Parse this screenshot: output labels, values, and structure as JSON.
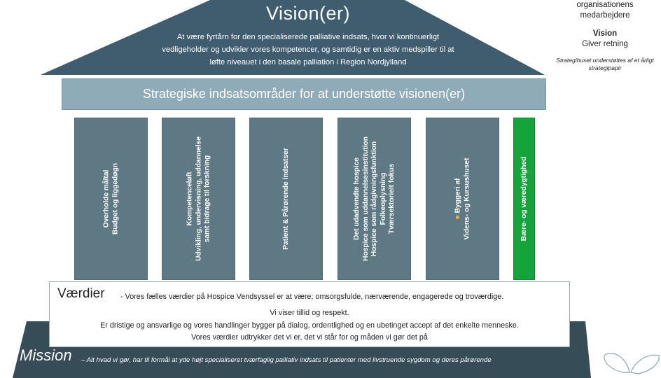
{
  "side_notes": {
    "line1": "organisationens",
    "line2": "medarbejdere",
    "vision_heading": "Vision",
    "vision_sub": "Giver retning",
    "note": "Strategihuset understøttes af et årligt strategipapir"
  },
  "roof": {
    "title": "Vision(er)",
    "line1": "At være fyrtårn for den specialiserede palliative indsats, hvor vi kontinuerligt",
    "line2": "vedligeholder og udvikler vores kompetencer, og samtidig er en aktiv medspiller til at",
    "line3": "løfte niveauet i den basale palliation i Region Nordjylland"
  },
  "beam": {
    "label": "Strategiske indsatsområder for at understøtte visionen(er)"
  },
  "pillars": [
    {
      "l1": "Overholde måltal",
      "l2": "Budget og liggedøgn",
      "l3": "",
      "l4": ""
    },
    {
      "l1": "Kompetenceløft",
      "l2": "Udvikling, undervisning, uddannelse",
      "l3": "samt bidrage til forskning",
      "l4": ""
    },
    {
      "l1": "Patient & Pårørende indsatser",
      "l2": "",
      "l3": "",
      "l4": ""
    },
    {
      "l1": "Det udadvendte hospice",
      "l2": "Hospice som uddannelsesinstitution",
      "l3": "Hospice som rådgivningsfunktion",
      "l4": "Folkeoplysning"
    },
    {
      "l1": "Byggeri af",
      "l2": "Videns- og Kursushuset",
      "l3": "",
      "l4": ""
    },
    {
      "l1": "Bære- og væredygtighed",
      "l2": "",
      "l3": "",
      "l4": ""
    }
  ],
  "pillar4_extra": "Tværsektorielt fokus",
  "values": {
    "heading": "Værdier",
    "line1": "- Vores fælles værdier på Hospice Vendsyssel er at være; omsorgsfulde, nærværende, engagerede og troværdige.",
    "line2": "Vi viser tillid og respekt.",
    "line3": "Er dristige og ansvarlige og vores handlinger bygger på dialog, ordentlighed og en ubetinget accept af det enkelte menneske.",
    "line4": "Vores værdier udtrykker det vi er, det vi står for og måden vi gør det på"
  },
  "mission": {
    "heading": "Mission",
    "text": "– Alt hvad vi gør, har til formål at yde højt specialiseret tværfaglig palliativ indsats til patienter med livstruende sygdom og deres pårørende"
  },
  "colors": {
    "roof": "#3f5d6f",
    "beam": "#8fabb8",
    "pillar": "#5e7884",
    "pillar_green": "#15a33c",
    "mission": "#364c57"
  }
}
